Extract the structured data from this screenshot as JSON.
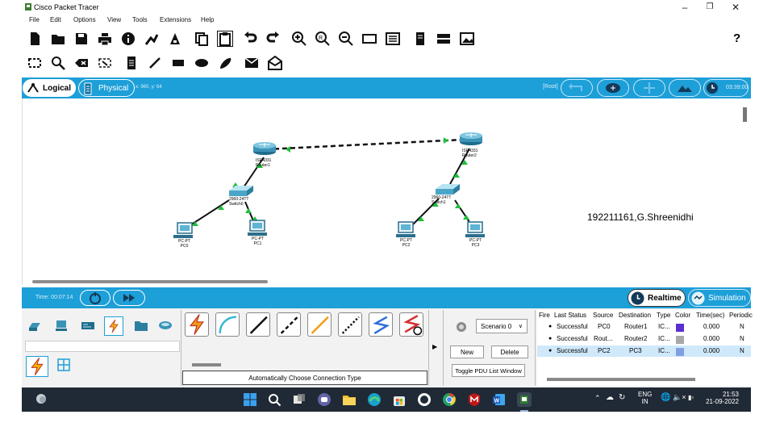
{
  "window": {
    "title": "Cisco Packet Tracer"
  },
  "menu": [
    "File",
    "Edit",
    "Options",
    "View",
    "Tools",
    "Extensions",
    "Help"
  ],
  "toolbar_help": "?",
  "modebar": {
    "logical_label": "Logical",
    "physical_label": "Physical",
    "coords": "x: 960, y: 64",
    "root_label": "[Root]",
    "clock": "03:39:00"
  },
  "topology": {
    "annotation": "192211161,G.Shreenidhi",
    "devices": [
      {
        "model": "ISR4331",
        "name": "Router1"
      },
      {
        "model": "ISR4331",
        "name": "Router2"
      },
      {
        "model": "2960-24TT",
        "name": "Switch0"
      },
      {
        "model": "2960-24TT",
        "name": "Switch1"
      },
      {
        "model": "PC-PT",
        "name": "PC0"
      },
      {
        "model": "PC-PT",
        "name": "PC1"
      },
      {
        "model": "PC-PT",
        "name": "PC2"
      },
      {
        "model": "PC-PT",
        "name": "PC3"
      }
    ]
  },
  "timebar": {
    "time_label": "Time: 00:07:14",
    "realtime_label": "Realtime",
    "simulation_label": "Simulation"
  },
  "bottom": {
    "connection_type_label": "Automatically Choose Connection Type",
    "scenario_label": "Scenario 0",
    "new_label": "New",
    "delete_label": "Delete",
    "toggle_label": "Toggle PDU List Window",
    "pdu_headers": [
      "Fire",
      "Last Status",
      "Source",
      "Destination",
      "Type",
      "Color",
      "Time(sec)",
      "Periodic"
    ],
    "pdu_rows": [
      {
        "status": "Successful",
        "source": "PC0",
        "destination": "Router1",
        "type": "IC...",
        "color": "#5b2fcf",
        "time": "0.000",
        "periodic": "N"
      },
      {
        "status": "Successful",
        "source": "Rout...",
        "destination": "Router2",
        "type": "IC...",
        "color": "#a8a8a8",
        "time": "0.000",
        "periodic": "N"
      },
      {
        "status": "Successful",
        "source": "PC2",
        "destination": "PC3",
        "type": "IC...",
        "color": "#7f9fe0",
        "time": "0.000",
        "periodic": "N"
      }
    ]
  },
  "taskbar": {
    "lang_top": "ENG",
    "lang_bottom": "IN",
    "time": "21:53",
    "date": "21-09-2022"
  }
}
